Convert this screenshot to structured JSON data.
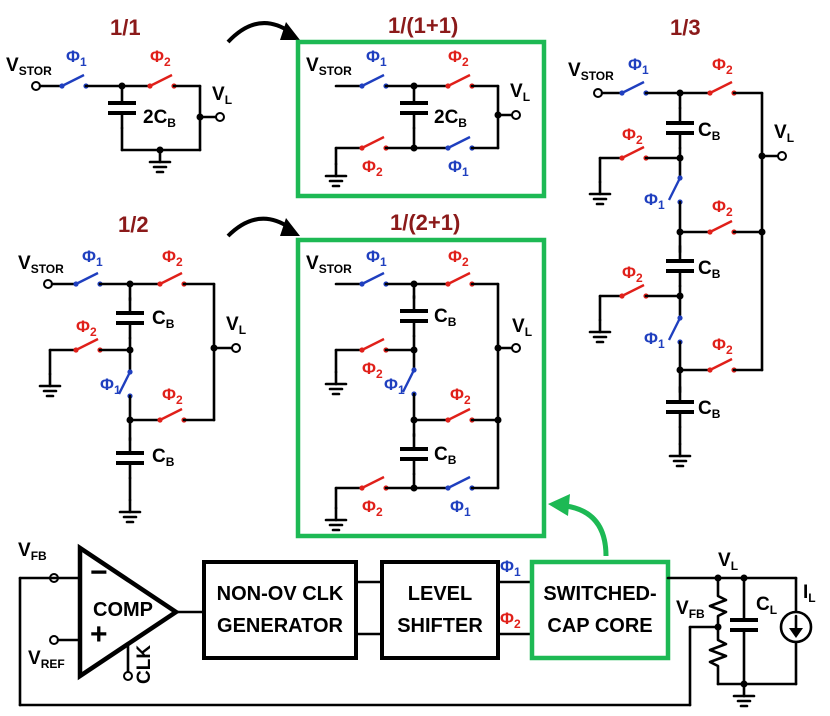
{
  "titles": {
    "ratio_1_1": "1/1",
    "ratio_1_1p1": "1/(1+1)",
    "ratio_1_3": "1/3",
    "ratio_1_2": "1/2",
    "ratio_1_2p1": "1/(2+1)"
  },
  "labels": {
    "vstor": "V",
    "vstor_sub": "STOR",
    "vl": "V",
    "vl_sub": "L",
    "phi1": "Φ",
    "phi1_sub": "1",
    "phi2": "Φ",
    "phi2_sub": "2",
    "cap_2cb": "2C",
    "cap_cb": "C",
    "cap_sub_b": "B",
    "vfb": "V",
    "vfb_sub": "FB",
    "vref": "V",
    "vref_sub": "REF",
    "clk": "CLK",
    "cl": "C",
    "cl_sub": "L",
    "il": "I",
    "il_sub": "L",
    "minus": "−",
    "plus": "+"
  },
  "blocks": {
    "comp": "COMP",
    "clkgen_line1": "NON-OV CLK",
    "clkgen_line2": "GENERATOR",
    "level_line1": "LEVEL",
    "level_line2": "SHIFTER",
    "core_line1": "SWITCHED-",
    "core_line2": "CAP CORE"
  },
  "colors": {
    "phi1": "#1f3fbf",
    "phi2": "#e0201a",
    "highlight": "#1db954",
    "title": "#8b1a1a"
  }
}
